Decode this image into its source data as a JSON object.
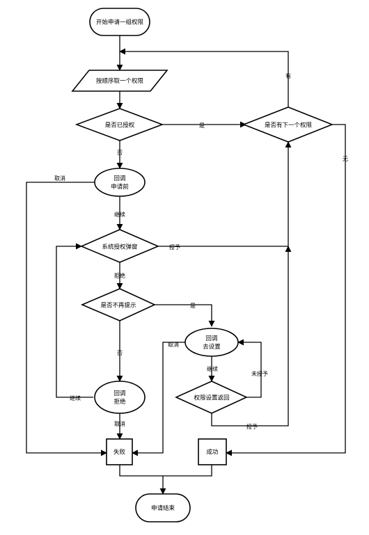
{
  "nodes": {
    "start": {
      "lines": [
        "开始申请一组权限"
      ]
    },
    "fetch": {
      "lines": [
        "按顺序取一个权限"
      ]
    },
    "authorized": {
      "lines": [
        "是否已授权"
      ]
    },
    "has_next": {
      "lines": [
        "是否有下一个权限"
      ]
    },
    "before_request": {
      "lines": [
        "回调",
        "申请前"
      ]
    },
    "system_dialog": {
      "lines": [
        "系统授权弹窗"
      ]
    },
    "no_prompt": {
      "lines": [
        "是否不再提示"
      ]
    },
    "goto_settings": {
      "lines": [
        "回调",
        "去设置"
      ]
    },
    "settings_return": {
      "lines": [
        "权限设置返回"
      ]
    },
    "rejected": {
      "lines": [
        "回调",
        "拒绝"
      ]
    },
    "fail": {
      "lines": [
        "失败"
      ]
    },
    "success": {
      "lines": [
        "成功"
      ]
    },
    "end": {
      "lines": [
        "申请结束"
      ]
    }
  },
  "edge_labels": {
    "yes_authorized": "是",
    "no_authorized": "否",
    "cancel_before": "取消",
    "continue_before": "继续",
    "granted": "授予",
    "has_next_yes": "有",
    "has_next_no": "无",
    "refused": "拒绝",
    "yes_no_prompt": "是",
    "no_no_prompt": "否",
    "continue_rejected": "继续",
    "cancel_rejected": "取消",
    "cancel_settings": "取消",
    "continue_settings": "继续",
    "not_granted": "未授予",
    "granted_settings": "授予"
  }
}
